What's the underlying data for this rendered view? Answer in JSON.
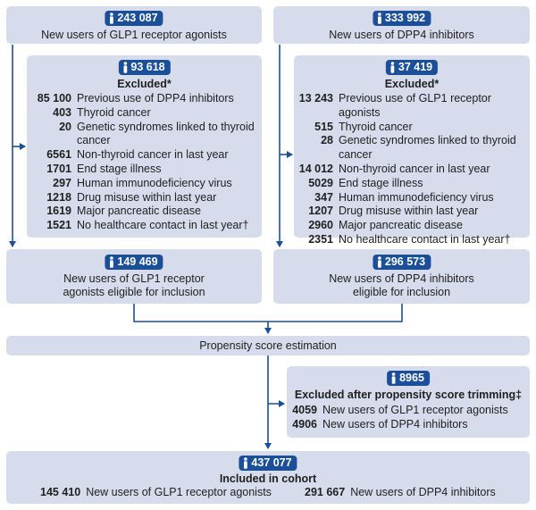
{
  "glp1": {
    "start": {
      "count": "243 087",
      "label": "New users of GLP1 receptor agonists"
    },
    "excluded": {
      "count": "93 618",
      "title": "Excluded*",
      "items": [
        {
          "n": "85 100",
          "label": "Previous use of DPP4 inhibitors"
        },
        {
          "n": "403",
          "label": "Thyroid cancer"
        },
        {
          "n": "20",
          "label": "Genetic syndromes linked to thyroid",
          "label2": "cancer"
        },
        {
          "n": "6561",
          "label": "Non-thyroid cancer in last year"
        },
        {
          "n": "1701",
          "label": "End stage illness"
        },
        {
          "n": "297",
          "label": "Human immunodeficiency virus"
        },
        {
          "n": "1218",
          "label": "Drug misuse within last year"
        },
        {
          "n": "1619",
          "label": "Major pancreatic disease"
        },
        {
          "n": "1521",
          "label": "No healthcare contact in last year†"
        }
      ]
    },
    "eligible": {
      "count": "149 469",
      "line1": "New users of GLP1 receptor",
      "line2": "agonists eligible for inclusion"
    }
  },
  "dpp4": {
    "start": {
      "count": "333 992",
      "label": "New users of DPP4 inhibitors"
    },
    "excluded": {
      "count": "37 419",
      "title": "Excluded*",
      "items": [
        {
          "n": "13 243",
          "label": "Previous use of GLP1 receptor agonists"
        },
        {
          "n": "515",
          "label": "Thyroid cancer"
        },
        {
          "n": "28",
          "label": "Genetic syndromes linked to thyroid",
          "label2": "cancer"
        },
        {
          "n": "14 012",
          "label": "Non-thyroid cancer in last year"
        },
        {
          "n": "5029",
          "label": "End stage illness"
        },
        {
          "n": "347",
          "label": "Human immunodeficiency virus"
        },
        {
          "n": "1207",
          "label": "Drug misuse within last year"
        },
        {
          "n": "2960",
          "label": "Major pancreatic disease"
        },
        {
          "n": "2351",
          "label": "No healthcare contact in last year†"
        }
      ]
    },
    "eligible": {
      "count": "296 573",
      "line1": "New users of DPP4 inhibitors",
      "line2": "eligible for inclusion"
    }
  },
  "propensity": {
    "label": "Propensity score estimation"
  },
  "trimming": {
    "count": "8965",
    "title": "Excluded after propensity score trimming‡",
    "items": [
      {
        "n": "4059",
        "label": "New users of GLP1 receptor agonists"
      },
      {
        "n": "4906",
        "label": "New users of DPP4 inhibitors"
      }
    ]
  },
  "cohort": {
    "count": "437 077",
    "title": "Included in cohort",
    "glp1": {
      "n": "145 410",
      "label": "New users of GLP1 receptor agonists"
    },
    "dpp4": {
      "n": "291 667",
      "label": "New users of DPP4 inhibitors"
    }
  },
  "colors": {
    "box": "#d6dceb",
    "badge": "#1c4f99",
    "arrow": "#1c4f99"
  },
  "icons": {
    "badge": "person-icon"
  }
}
